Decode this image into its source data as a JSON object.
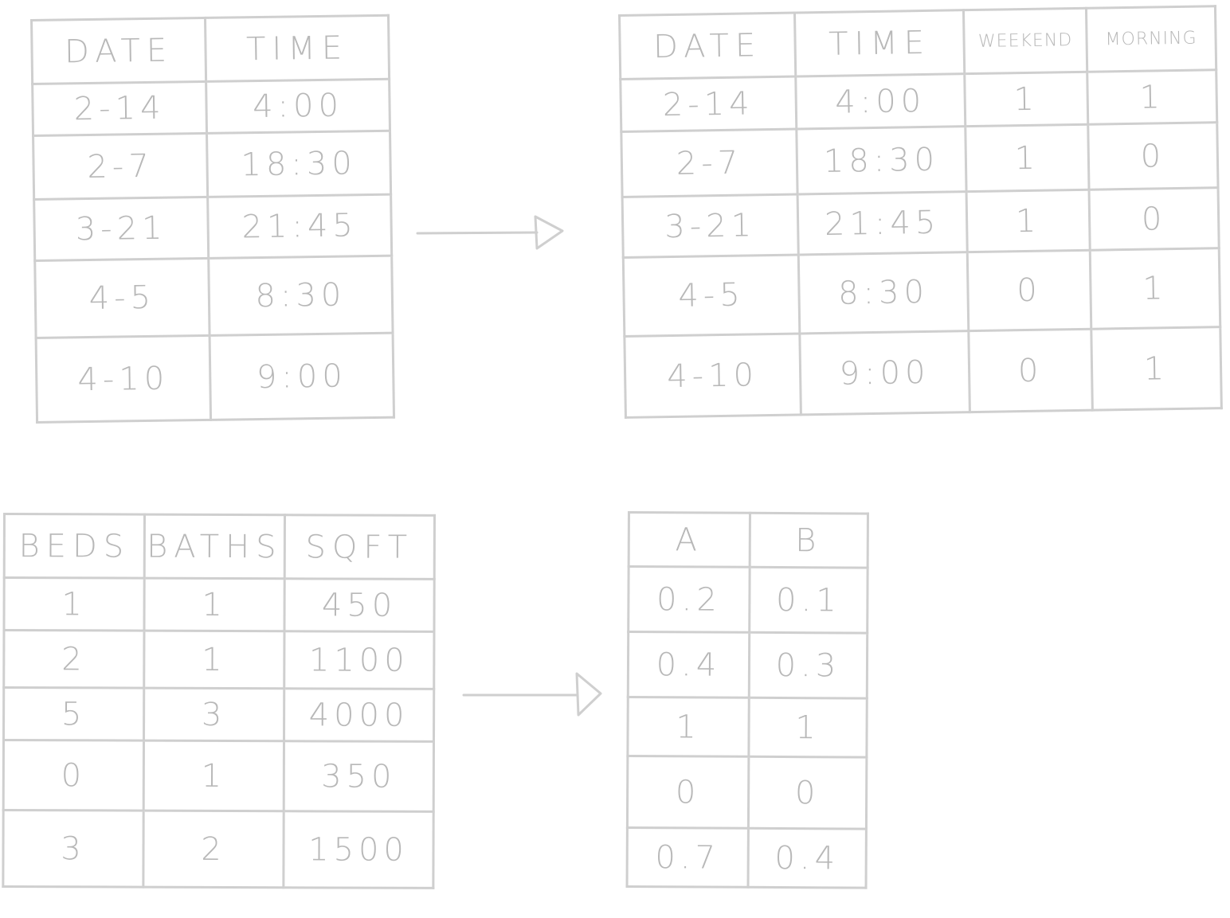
{
  "table_datetime_input": {
    "headers": [
      "DATE",
      "TIME"
    ],
    "rows": [
      [
        "2-14",
        "4:00"
      ],
      [
        "2-7",
        "18:30"
      ],
      [
        "3-21",
        "21:45"
      ],
      [
        "4-5",
        "8:30"
      ],
      [
        "4-10",
        "9:00"
      ]
    ]
  },
  "table_datetime_output": {
    "headers": [
      "DATE",
      "TIME",
      "WEEKEND",
      "MORNING"
    ],
    "rows": [
      [
        "2-14",
        "4:00",
        "1",
        "1"
      ],
      [
        "2-7",
        "18:30",
        "1",
        "0"
      ],
      [
        "3-21",
        "21:45",
        "1",
        "0"
      ],
      [
        "4-5",
        "8:30",
        "0",
        "1"
      ],
      [
        "4-10",
        "9:00",
        "0",
        "1"
      ]
    ]
  },
  "table_house_input": {
    "headers": [
      "BEDS",
      "BATHS",
      "SQFT"
    ],
    "rows": [
      [
        "1",
        "1",
        "450"
      ],
      [
        "2",
        "1",
        "1100"
      ],
      [
        "5",
        "3",
        "4000"
      ],
      [
        "0",
        "1",
        "350"
      ],
      [
        "3",
        "2",
        "1500"
      ]
    ]
  },
  "table_house_output": {
    "headers": [
      "A",
      "B"
    ],
    "rows": [
      [
        "0.2",
        "0.1"
      ],
      [
        "0.4",
        "0.3"
      ],
      [
        "1",
        "1"
      ],
      [
        "0",
        "0"
      ],
      [
        "0.7",
        "0.4"
      ]
    ]
  },
  "colors": {
    "stroke": "#cfcfcf",
    "text": "#b8b8b8",
    "background": "#ffffff"
  }
}
